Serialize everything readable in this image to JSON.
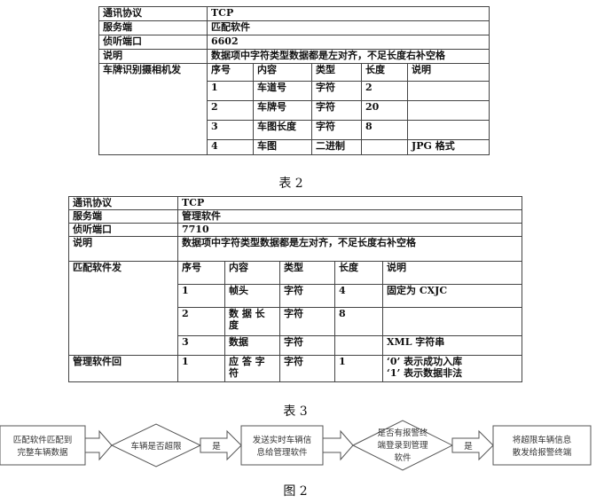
{
  "table2": {
    "rows": [
      {
        "label": "通讯协议",
        "value": "TCP"
      },
      {
        "label": "服务端",
        "value": "匹配软件"
      },
      {
        "label": "侦听端口",
        "value": "6602"
      },
      {
        "label": "说明",
        "value": "数据项中字符类型数据都是左对齐，不足长度右补空格"
      }
    ],
    "sender_label": "车牌识别摄相机发",
    "headers": [
      "序号",
      "内容",
      "类型",
      "长度",
      "说明"
    ],
    "fields": [
      [
        "1",
        "车道号",
        "字符",
        "2",
        ""
      ],
      [
        "2",
        "车牌号",
        "字符",
        "20",
        ""
      ],
      [
        "3",
        "车图长度",
        "字符",
        "8",
        ""
      ],
      [
        "4",
        "车图",
        "二进制",
        "",
        "JPG 格式"
      ]
    ],
    "caption": "表 2"
  },
  "table3": {
    "rows": [
      {
        "label": "通讯协议",
        "value": "TCP"
      },
      {
        "label": "服务端",
        "value": "管理软件"
      },
      {
        "label": "侦听端口",
        "value": "7710"
      },
      {
        "label": "说明",
        "value": "数据项中字符类型数据都是左对齐，不足长度右补空格"
      }
    ],
    "sender_label": "匹配软件发",
    "headers": [
      "序号",
      "内容",
      "类型",
      "长度",
      "说明"
    ],
    "fields": [
      [
        "1",
        "帧头",
        "字符",
        "4",
        "固定为 CXJC"
      ],
      [
        "2",
        "数 据 长 度",
        "字符",
        "8",
        ""
      ],
      [
        "3",
        "数据",
        "字符",
        "",
        "XML 字符串"
      ]
    ],
    "reply_label": "管理软件回",
    "reply": [
      "1",
      "应 答 字 符",
      "字符",
      "1",
      "‘0’ 表示成功入库",
      "‘1’ 表示数据非法"
    ],
    "caption": "表 3"
  },
  "figure2": {
    "step1": [
      "匹配软件匹配到",
      "完整车辆数据"
    ],
    "decision1": "车辆是否超限",
    "yes1": "是",
    "step2": [
      "发送实时车辆信",
      "息给管理软件"
    ],
    "decision2": [
      "是否有报警终",
      "端登录到管理",
      "软件"
    ],
    "yes2": "是",
    "step3": [
      "将超限车辆信息",
      "散发给报警终端"
    ],
    "caption": "图 2"
  }
}
